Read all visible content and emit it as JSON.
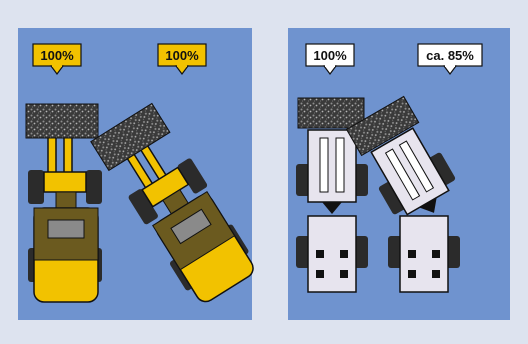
{
  "colors": {
    "background": "#dde3ef",
    "panel": "#6f93cf",
    "machine_yellow": "#f2c200",
    "machine_dark": "#6b5a1f",
    "machine_outline": "#111111",
    "load": "#3a3a3a",
    "gray_machine": "#e7e4ee",
    "callout_yellow": "#f2c200",
    "callout_white": "#ffffff"
  },
  "panels": [
    {
      "style": "yellow-loader",
      "machines": [
        {
          "label": "100%",
          "articulation": "straight"
        },
        {
          "label": "100%",
          "articulation": "articulated"
        }
      ]
    },
    {
      "style": "gray-loader",
      "machines": [
        {
          "label": "100%",
          "articulation": "straight"
        },
        {
          "label": "ca. 85%",
          "articulation": "articulated"
        }
      ]
    }
  ]
}
